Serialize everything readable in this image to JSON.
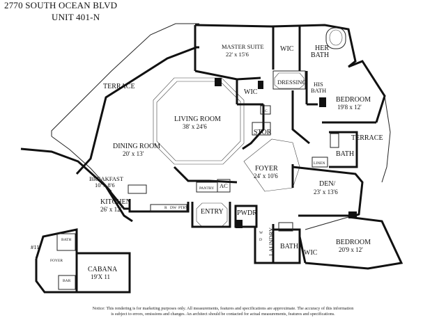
{
  "header": {
    "address": "2770 SOUTH OCEAN BLVD",
    "unit": "UNIT 401-N"
  },
  "rooms": {
    "terrace_left": "TERRACE",
    "terrace_right": "TERRACE",
    "master_suite": "MASTER SUITE",
    "master_suite_dim": "22' x 15'6",
    "wic_top": "WIC",
    "her_bath_1": "HER",
    "her_bath_2": "BATH",
    "wic_mid": "WIC",
    "dressing": "DRESSING",
    "his_bath_1": "HIS",
    "his_bath_2": "BATH",
    "bedroom1": "BEDROOM",
    "bedroom1_dim": "19'8 x 12'",
    "living_room": "LIVING ROOM",
    "living_room_dim": "38' x 24'6",
    "ac_top": "AC",
    "stor": "STOR",
    "dining_room": "DINING ROOM",
    "dining_room_dim": "20' x 13'",
    "bath_right": "BATH",
    "linen": "LINEN",
    "foyer": "FOYER",
    "foyer_dim": "24' x 10'6",
    "breakfast": "BREAKFAST",
    "breakfast_dim": "10' x 8'6",
    "pantry": "PANTRY",
    "ac_mid": "AC",
    "den": "DEN/",
    "den_dim": "23' x 13'6",
    "kitchen": "KITCHEN",
    "kitchen_dim": "26' x 12'",
    "w": "W",
    "d": "D",
    "pwdr": "PWDR",
    "entry": "ENTRY",
    "laundry": "LAUNDRY",
    "bath_bottom": "BATH",
    "wic_bottom": "WIC",
    "bedroom2": "BEDROOM",
    "bedroom2_dim": "20'9 x 12'",
    "dw": "DW",
    "r": "R",
    "ptry": "PTRY"
  },
  "cabana": {
    "unit_no": "#11",
    "bath": "BATH",
    "foyer": "FOYER",
    "bar": "BAR",
    "title": "CABANA",
    "dim": "19'X 11"
  },
  "disclaimer": {
    "line1": "Notice: This rendering is for marketing purposes only. All measurements, features and specifications are approximate. The accuracy of this information",
    "line2": "is subject to errors, omissions and changes. An architect should be contacted for actual measurements, features and specifications."
  }
}
